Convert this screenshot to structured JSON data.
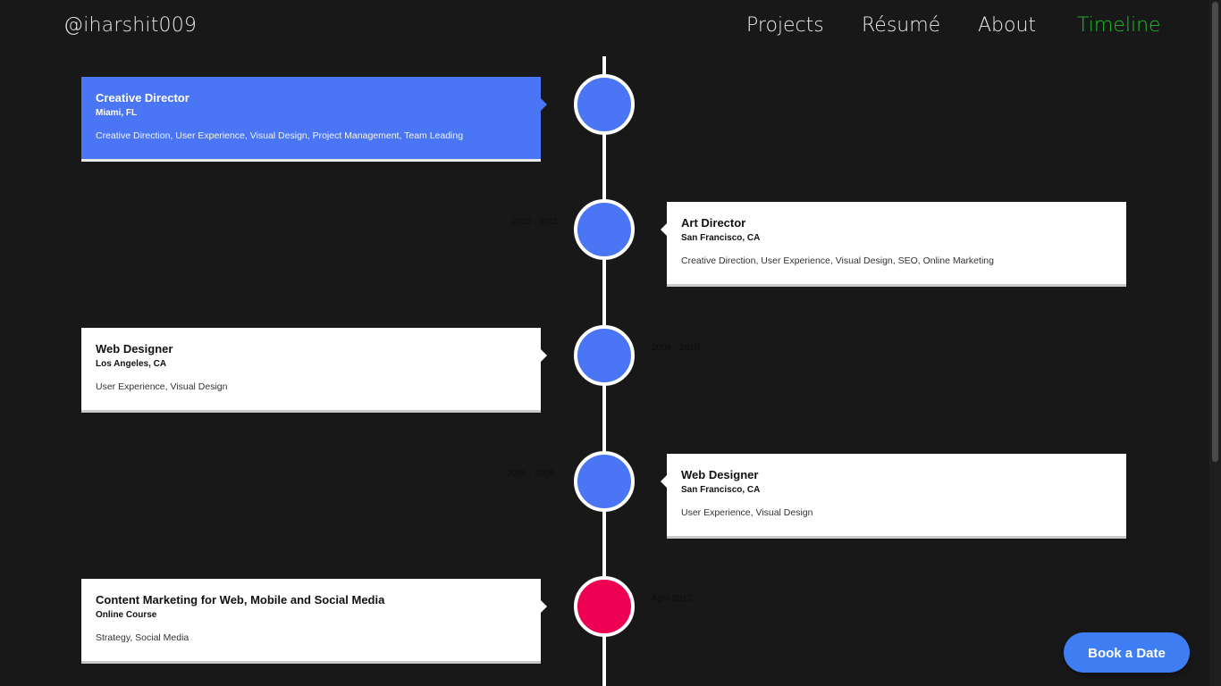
{
  "brand": "@iharshit009",
  "nav": {
    "items": [
      {
        "label": "Projects"
      },
      {
        "label": "Résumé"
      },
      {
        "label": "About"
      },
      {
        "label": "Timeline"
      }
    ],
    "active": "Timeline",
    "active_color": "#1fbf2c"
  },
  "timeline": {
    "entries": [
      {
        "title": "Creative Director",
        "place": "Miami, FL",
        "desc": "Creative Direction, User Experience, Visual Design, Project Management, Team Leading",
        "date": "",
        "highlight": true
      },
      {
        "title": "Art Director",
        "place": "San Francisco, CA",
        "desc": "Creative Direction, User Experience, Visual Design, SEO, Online Marketing",
        "date": "2010 - 2011"
      },
      {
        "title": "Web Designer",
        "place": "Los Angeles, CA",
        "desc": "User Experience, Visual Design",
        "date": "2008 - 2010"
      },
      {
        "title": "Web Designer",
        "place": "San Francisco, CA",
        "desc": "User Experience, Visual Design",
        "date": "2006 - 2008"
      },
      {
        "title": "Content Marketing for Web, Mobile and Social Media",
        "place": "Online Course",
        "desc": "Strategy, Social Media",
        "date": "April 2013"
      }
    ]
  },
  "colors": {
    "background": "#181818",
    "accent_blue": "#4a75f5",
    "accent_red": "#ee0052",
    "button": "#3f7ef2"
  },
  "cta": {
    "label": "Book a Date"
  }
}
